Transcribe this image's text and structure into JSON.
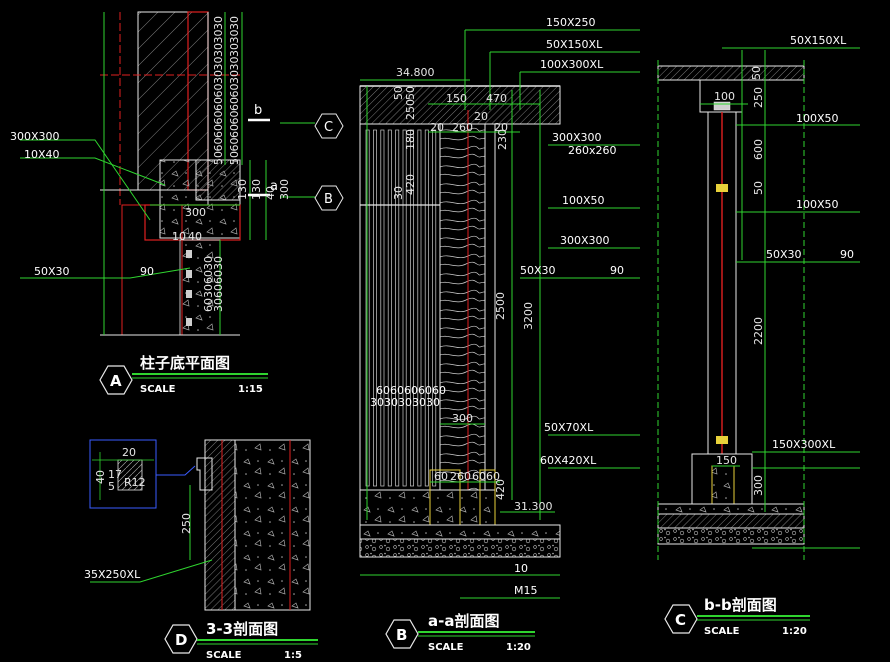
{
  "colors": {
    "background": "#000000",
    "line_green": "#2fd52f",
    "line_white": "#e8e8e8",
    "line_red": "#e02020",
    "line_blue": "#3a5cff",
    "line_yellow": "#e8d13a",
    "hatch_gray": "#8a8a8a"
  },
  "views": {
    "A": {
      "letter": "A",
      "title": "柱子底平面图",
      "scale_label": "SCALE",
      "scale_value": "1:15",
      "dims_vertical": [
        "30",
        "30",
        "30",
        "30",
        "30",
        "60",
        "60",
        "60",
        "60",
        "60",
        "50"
      ],
      "dims_right": [
        "130",
        "130",
        "40",
        "300"
      ],
      "dim_300": "300",
      "dim_10": "10",
      "dim_40": "40",
      "dims_small": [
        "30",
        "30",
        "60",
        "60",
        "30",
        "60",
        "60",
        "30"
      ],
      "label_300x300": "300X300",
      "label_10x40": "10X40",
      "label_50x30": "50X30",
      "label_90": "90",
      "marker_b": "b",
      "marker_a": "a",
      "callout_c": "C",
      "callout_b": "B"
    },
    "B": {
      "letter": "B",
      "title": "a-a剖面图",
      "scale_label": "SCALE",
      "scale_value": "1:20",
      "elev_top": "34.800",
      "elev_bottom": "31.300",
      "dims_top": [
        "150",
        "470",
        "20",
        "20",
        "260",
        "20"
      ],
      "dims_left": [
        "50",
        "250",
        "180",
        "420",
        "30",
        "50"
      ],
      "dims_right": [
        "230",
        "2500",
        "3200",
        "420"
      ],
      "dim_300": "300",
      "dims_bottom": [
        "60",
        "260",
        "60",
        "60"
      ],
      "joint_row1": "6060606060",
      "joint_row2": "3030303030",
      "labels": [
        "150X250",
        "50X150XL",
        "100X300XL",
        "300X300",
        "260x260",
        "100X50",
        "300X300",
        "50X30",
        "90",
        "50X70XL",
        "60X420XL",
        "10",
        "M15"
      ]
    },
    "C": {
      "letter": "C",
      "title": "b-b剖面图",
      "scale_label": "SCALE",
      "scale_value": "1:20",
      "dims": [
        "100",
        "50",
        "250",
        "600",
        "50",
        "2200",
        "150",
        "300"
      ],
      "labels": [
        "50X150XL",
        "100X50",
        "100X50",
        "50X30",
        "90",
        "150X300XL"
      ]
    },
    "D": {
      "letter": "D",
      "title": "3-3剖面图",
      "scale_label": "SCALE",
      "scale_value": "1:5",
      "dims": [
        "20",
        "40",
        "17",
        "5",
        "R12",
        "250"
      ],
      "labels": [
        "35X250XL"
      ]
    }
  }
}
